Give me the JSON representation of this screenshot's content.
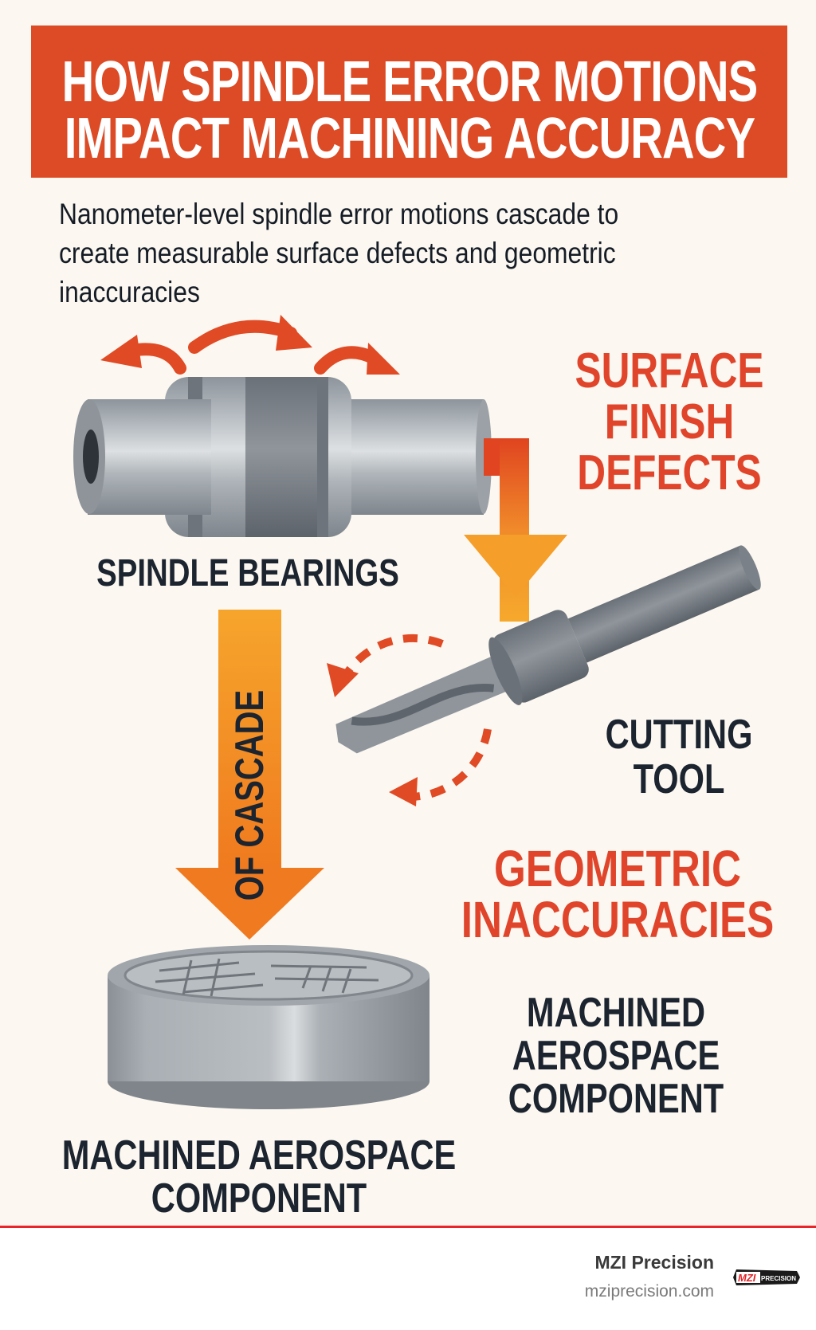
{
  "header": {
    "title_line1": "HOW SPINDLE ERROR MOTIONS",
    "title_line2": "IMPACT MACHINING ACCURACY",
    "subtitle_lines": [
      "Nanometer-level spindle error motions cascade to",
      "create measurable surface defects and geometric",
      "inaccuracies"
    ]
  },
  "diagram": {
    "spindle_label": "SPINDLE BEARINGS",
    "surface_lines": [
      "SURFACE",
      "FINISH",
      "DEFECTS"
    ],
    "tool_lines": [
      "CUTTING",
      "TOOL"
    ],
    "cascade_label": "OF CASCADE",
    "geometric_lines": [
      "GEOMETRIC",
      "INACCURACIES"
    ],
    "component_right_lines": [
      "MACHINED",
      "AEROSPACE",
      "COMPONENT"
    ],
    "component_bottom_lines": [
      "MACHINED AEROSPACE",
      "COMPONENT"
    ]
  },
  "footer": {
    "brand": "MZI Precision",
    "url": "mziprecision.com",
    "logo_text": "MZI PRECISION"
  },
  "colors": {
    "title_bg": "#dc4b26",
    "accent_red": "#e0452b",
    "arrow_orange": "#f5a02a",
    "text_dark": "#1c2430",
    "footer_line": "#e8262a"
  }
}
